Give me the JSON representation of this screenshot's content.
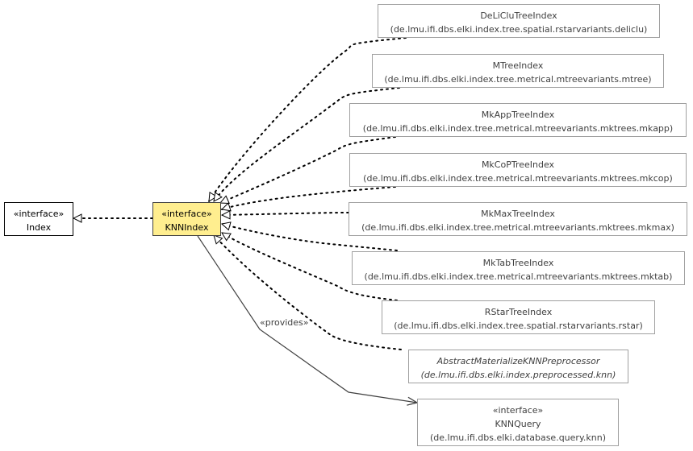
{
  "nodes": {
    "index": {
      "stereotype": "«interface»",
      "name": "Index"
    },
    "knnindex": {
      "stereotype": "«interface»",
      "name": "KNNIndex"
    },
    "delicluindex": {
      "name": "DeLiCluTreeIndex",
      "package": "(de.lmu.ifi.dbs.elki.index.tree.spatial.rstarvariants.deliclu)"
    },
    "mtreeindex": {
      "name": "MTreeIndex",
      "package": "(de.lmu.ifi.dbs.elki.index.tree.metrical.mtreevariants.mtree)"
    },
    "mkapptreeindex": {
      "name": "MkAppTreeIndex",
      "package": "(de.lmu.ifi.dbs.elki.index.tree.metrical.mtreevariants.mktrees.mkapp)"
    },
    "mkcoptreeindex": {
      "name": "MkCoPTreeIndex",
      "package": "(de.lmu.ifi.dbs.elki.index.tree.metrical.mtreevariants.mktrees.mkcop)"
    },
    "mkmaxtreeindex": {
      "name": "MkMaxTreeIndex",
      "package": "(de.lmu.ifi.dbs.elki.index.tree.metrical.mtreevariants.mktrees.mkmax)"
    },
    "mktabtreeindex": {
      "name": "MkTabTreeIndex",
      "package": "(de.lmu.ifi.dbs.elki.index.tree.metrical.mtreevariants.mktrees.mktab)"
    },
    "rstartreeindex": {
      "name": "RStarTreeIndex",
      "package": "(de.lmu.ifi.dbs.elki.index.tree.spatial.rstarvariants.rstar)"
    },
    "abstractmaterialize": {
      "name": "AbstractMaterializeKNNPreprocessor",
      "package": "(de.lmu.ifi.dbs.elki.index.preprocessed.knn)"
    },
    "knnquery": {
      "stereotype": "«interface»",
      "name": "KNNQuery",
      "package": "(de.lmu.ifi.dbs.elki.database.query.knn)"
    }
  },
  "edge_labels": {
    "provides": "«provides»"
  },
  "colors": {
    "highlight_fill": "#ffee8f",
    "border": "#a0a0a0",
    "edge": "#000000",
    "assoc_edge": "#404040"
  }
}
